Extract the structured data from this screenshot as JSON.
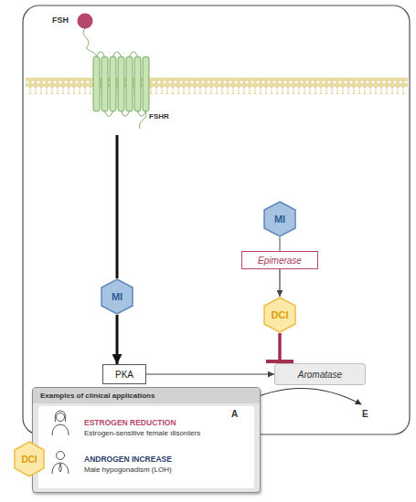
{
  "diagram": {
    "nodes": [
      {
        "text": [
          "MI"
        ]
      },
      {
        "text": [
          "PKA"
        ]
      },
      {
        "text": [
          "MI"
        ]
      },
      {
        "text": [
          "Epimerase"
        ]
      },
      {
        "text": [
          "DCI"
        ]
      },
      {
        "text": [
          "Aromatase"
        ]
      },
      {
        "text": [
          "Examples of clinical applications",
          "ESTROGEN REDUCTION",
          "Estrogen-sensitive female disorders",
          "ANDROGEN INCREASE",
          "Male hypogonadism (LOH)"
        ]
      },
      {
        "text": [
          "DCI"
        ]
      }
    ],
    "edges": [
      {
        "from": 0,
        "to": 1,
        "arrow": "to"
      },
      {
        "from": 1,
        "to": 5,
        "arrow": "to"
      },
      {
        "from": 2,
        "to": 3,
        "arrow": "none"
      },
      {
        "from": 3,
        "to": 4,
        "arrow": "to"
      },
      {
        "from": 4,
        "to": 5,
        "arrow": "to"
      }
    ],
    "labels": [
      "FSH",
      "FSHR",
      "A",
      "E"
    ]
  }
}
